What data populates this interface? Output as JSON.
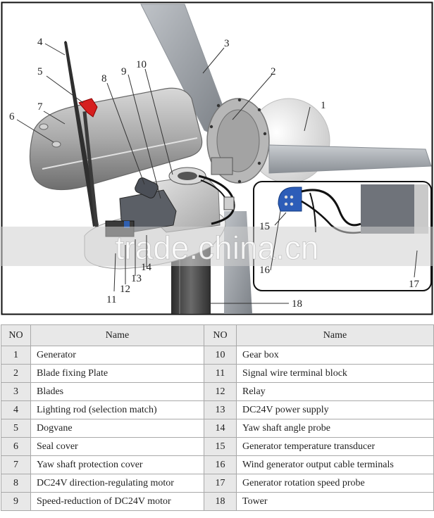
{
  "diagram": {
    "callouts": [
      "1",
      "2",
      "3",
      "4",
      "5",
      "6",
      "7",
      "8",
      "9",
      "10",
      "11",
      "12",
      "13",
      "14",
      "15",
      "16",
      "17",
      "18"
    ],
    "inset_callouts": [
      "15",
      "16",
      "17"
    ],
    "watermark": "trade.china.cn"
  },
  "table": {
    "headers": [
      "NO",
      "Name",
      "NO",
      "Name"
    ],
    "rows": [
      {
        "no_left": "1",
        "name_left": "Generator",
        "no_right": "10",
        "name_right": "Gear box"
      },
      {
        "no_left": "2",
        "name_left": "Blade fixing Plate",
        "no_right": "11",
        "name_right": "Signal wire terminal block"
      },
      {
        "no_left": "3",
        "name_left": "Blades",
        "no_right": "12",
        "name_right": "Relay"
      },
      {
        "no_left": "4",
        "name_left": "Lighting rod (selection match)",
        "no_right": "13",
        "name_right": "DC24V power supply"
      },
      {
        "no_left": "5",
        "name_left": "Dogvane",
        "no_right": "14",
        "name_right": "Yaw shaft angle probe"
      },
      {
        "no_left": "6",
        "name_left": "Seal cover",
        "no_right": "15",
        "name_right": "Generator temperature transducer"
      },
      {
        "no_left": "7",
        "name_left": "Yaw shaft protection cover",
        "no_right": "16",
        "name_right": "Wind generator output cable terminals"
      },
      {
        "no_left": "8",
        "name_left": "DC24V direction-regulating motor",
        "no_right": "17",
        "name_right": "Generator rotation speed probe"
      },
      {
        "no_left": "9",
        "name_left": "Speed-reduction of DC24V motor",
        "no_right": "18",
        "name_right": "Tower"
      }
    ]
  }
}
